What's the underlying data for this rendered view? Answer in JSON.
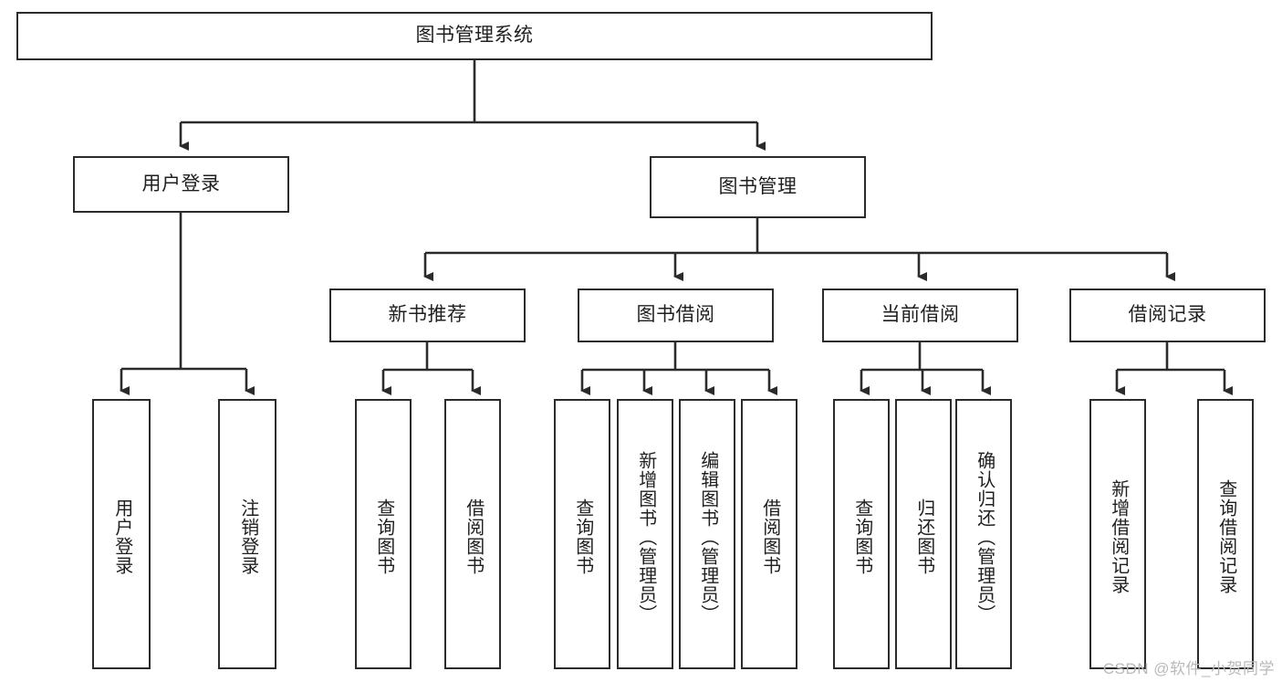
{
  "diagram": {
    "type": "tree",
    "title": "图书管理系统",
    "orientation": "top-down",
    "colors": {
      "background": "#ffffff",
      "box_border": "#2b2b2b",
      "connector": "#2b2b2b",
      "text": "#1f1f1f",
      "watermark": "#b9b9b9"
    },
    "watermark": "CSDN @软件_小贺同学",
    "root": {
      "label": "图书管理系统"
    },
    "level2": [
      {
        "label": "用户登录"
      },
      {
        "label": "图书管理"
      }
    ],
    "level3": [
      {
        "label": "新书推荐"
      },
      {
        "label": "图书借阅"
      },
      {
        "label": "当前借阅"
      },
      {
        "label": "借阅记录"
      }
    ],
    "leaves": {
      "user_login": [
        {
          "label": "用户登录"
        },
        {
          "label": "注销登录"
        }
      ],
      "new_book_recommend": [
        {
          "label": "查询图书"
        },
        {
          "label": "借阅图书"
        }
      ],
      "book_borrow": [
        {
          "label": "查询图书"
        },
        {
          "label": "新增图书（管理员）"
        },
        {
          "label": "编辑图书（管理员）"
        },
        {
          "label": "借阅图书"
        }
      ],
      "current_borrow": [
        {
          "label": "查询图书"
        },
        {
          "label": "归还图书"
        },
        {
          "label": "确认归还（管理员）"
        }
      ],
      "borrow_record": [
        {
          "label": "新增借阅记录"
        },
        {
          "label": "查询借阅记录"
        }
      ]
    }
  }
}
